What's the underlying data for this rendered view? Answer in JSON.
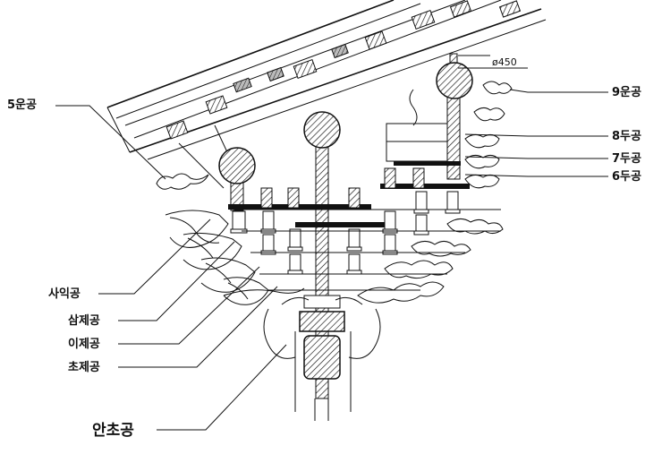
{
  "dimension": {
    "text": "ø450"
  },
  "labels": {
    "l5ungong": "5운공",
    "l9ungong": "9운공",
    "l8dugong": "8두공",
    "l7dugong": "7두공",
    "l6dugong": "6두공",
    "lsaikgong": "사익공",
    "lsamjegong": "삼제공",
    "lijegong": "이제공",
    "lchojegong": "초제공",
    "lanchogong": "안초공"
  }
}
